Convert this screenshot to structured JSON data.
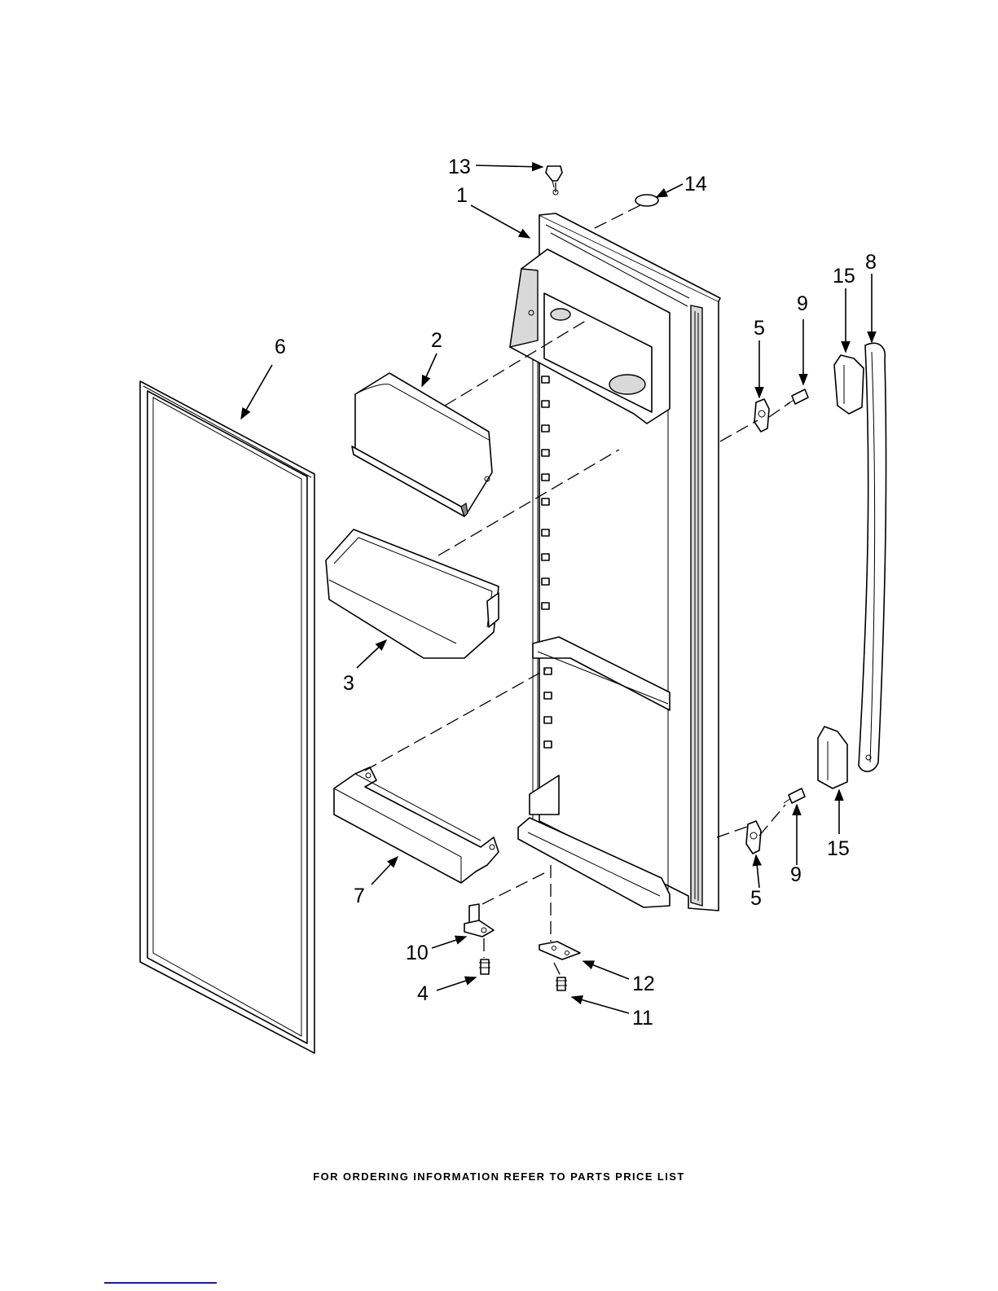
{
  "diagram": {
    "callouts": [
      {
        "id": "c1",
        "label": "1"
      },
      {
        "id": "c2",
        "label": "2"
      },
      {
        "id": "c3",
        "label": "3"
      },
      {
        "id": "c4",
        "label": "4"
      },
      {
        "id": "c5a",
        "label": "5"
      },
      {
        "id": "c5b",
        "label": "5"
      },
      {
        "id": "c6",
        "label": "6"
      },
      {
        "id": "c7",
        "label": "7"
      },
      {
        "id": "c8",
        "label": "8"
      },
      {
        "id": "c9a",
        "label": "9"
      },
      {
        "id": "c9b",
        "label": "9"
      },
      {
        "id": "c10",
        "label": "10"
      },
      {
        "id": "c11",
        "label": "11"
      },
      {
        "id": "c12",
        "label": "12"
      },
      {
        "id": "c13",
        "label": "13"
      },
      {
        "id": "c14",
        "label": "14"
      },
      {
        "id": "c15a",
        "label": "15"
      },
      {
        "id": "c15b",
        "label": "15"
      }
    ]
  },
  "footer": {
    "text": "FOR ORDERING INFORMATION REFER TO PARTS PRICE LIST"
  }
}
